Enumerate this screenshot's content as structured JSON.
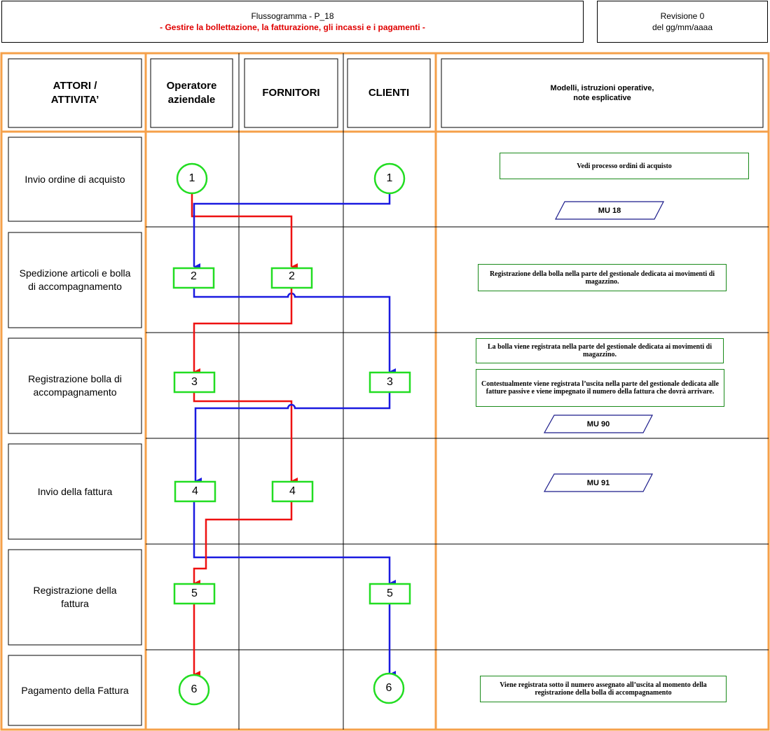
{
  "header": {
    "title": "Flussogramma - P_18",
    "subtitle": "- Gestire la bollettazione, la fatturazione, gli incassi e i pagamenti -",
    "revision": "Revisione 0",
    "revision_date": "del gg/mm/aaaa"
  },
  "columns": {
    "actors_line1": "ATTORI /",
    "actors_line2": "ATTIVITA’",
    "operator_line1": "Operatore",
    "operator_line2": "aziendale",
    "suppliers": "FORNITORI",
    "clients": "CLIENTI",
    "notes_line1": "Modelli, istruzioni operative,",
    "notes_line2": "note esplicative"
  },
  "rows": [
    {
      "line1": "Invio ordine di acquisto",
      "line2": ""
    },
    {
      "line1": "Spedizione articoli e bolla",
      "line2": "di accompagnamento"
    },
    {
      "line1": "Registrazione bolla di",
      "line2": "accompagnamento"
    },
    {
      "line1": "Invio della fattura",
      "line2": ""
    },
    {
      "line1": "Registrazione della",
      "line2": "fattura"
    },
    {
      "line1": "Pagamento della Fattura",
      "line2": ""
    }
  ],
  "nodes": {
    "r1_operator": "1",
    "r1_client": "1",
    "r2_operator": "2",
    "r2_supplier": "2",
    "r3_operator": "3",
    "r3_client": "3",
    "r4_operator": "4",
    "r4_supplier": "4",
    "r5_operator": "5",
    "r5_client": "5",
    "r6_operator": "6",
    "r6_client": "6"
  },
  "notes": {
    "n1": "Vedi processo ordini di acquisto",
    "mu18": "MU 18",
    "n2": "Registrazione della bolla nella parte del gestionale dedicata ai movimenti di magazzino.",
    "n3a": "La bolla viene registrata nella parte del gestionale dedicata ai movimenti di magazzino.",
    "n3b": "Contestualmente viene registrata l’uscita nella parte del gestionale dedicata alle fatture passive e viene impegnato il numero della fattura che dovrà arrivare.",
    "mu90": "MU 90",
    "mu91": "MU 91",
    "n6": "Viene registrata sotto il numero assegnato all’uscita al momento della registrazione della bolla di accompagnamento"
  },
  "colors": {
    "frame": "#f5a04a",
    "node": "#22dd22",
    "note_border": "#1a8a1a",
    "flow_red": "#ee1111",
    "flow_blue": "#1a1ae0",
    "para": "#1a1a8a",
    "subtitle": "#e00000"
  }
}
